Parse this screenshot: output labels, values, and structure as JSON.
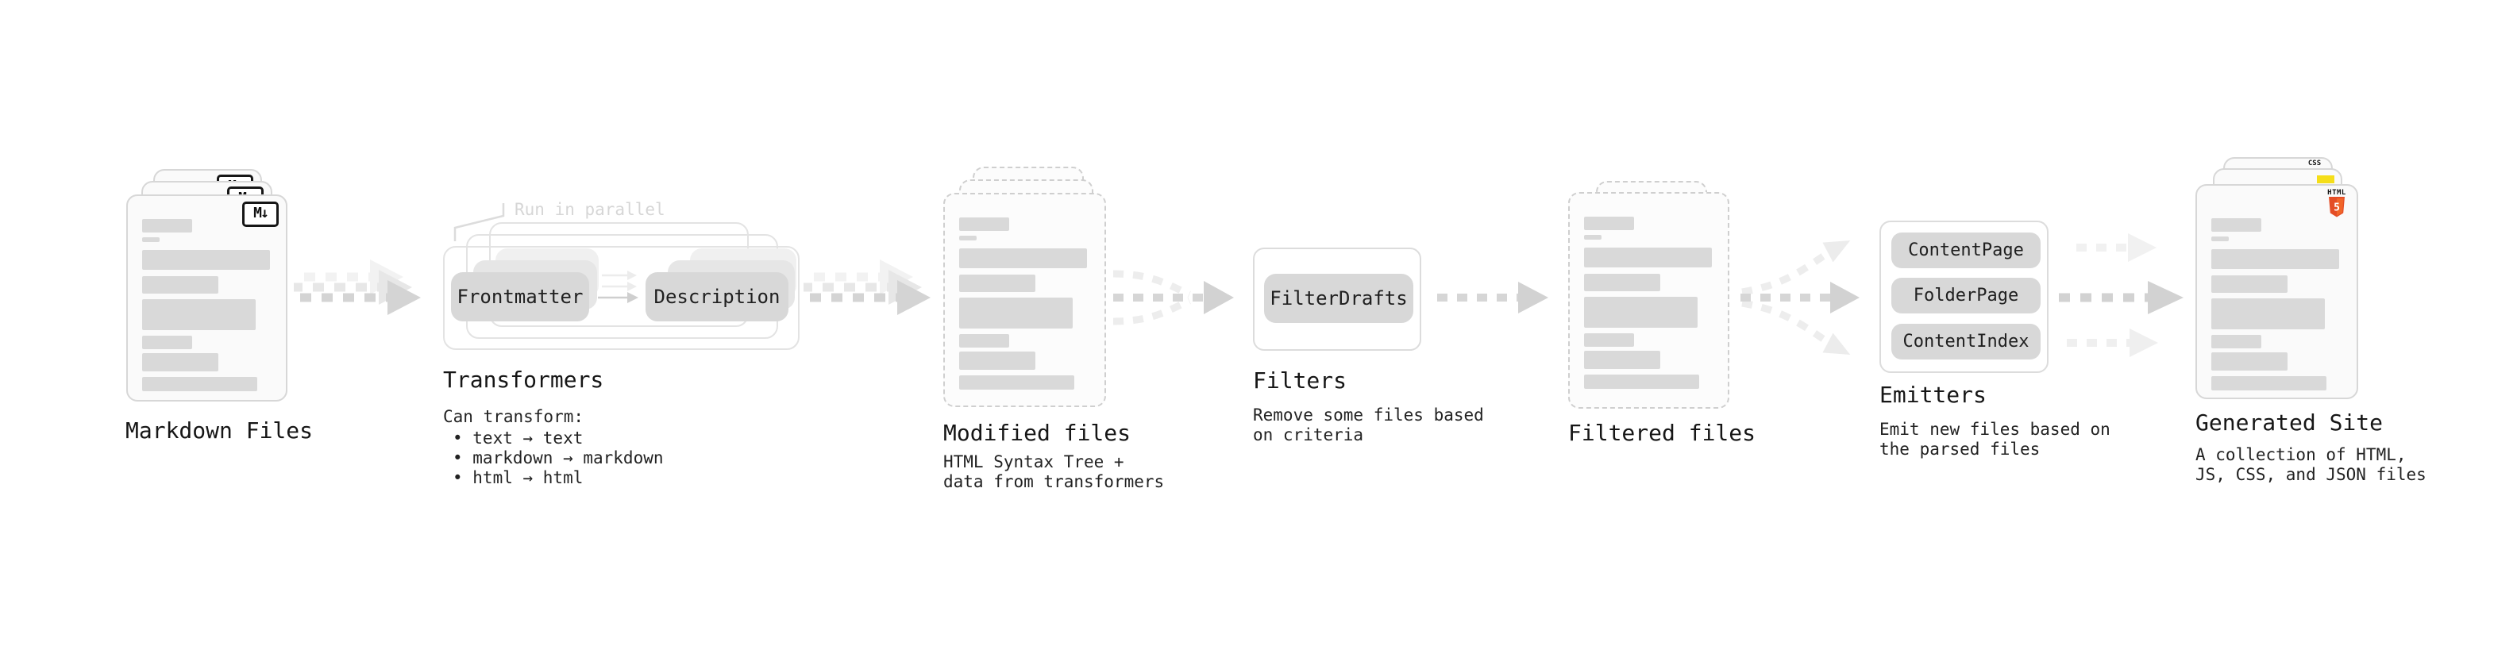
{
  "diagram": {
    "nodes": {
      "markdown": {
        "label": "Markdown Files",
        "badge": "M↓"
      },
      "transformers": {
        "heading": "Transformers",
        "note": "Run in parallel",
        "pill_a": "Frontmatter",
        "pill_b": "Description",
        "intro": "Can transform:",
        "bullets": [
          "• text → text",
          "• markdown → markdown",
          "• html → html"
        ]
      },
      "modified": {
        "label": "Modified files",
        "desc": "HTML Syntax Tree +\ndata from transformers"
      },
      "filters": {
        "heading": "Filters",
        "pill": "FilterDrafts",
        "desc": "Remove some files based\non criteria"
      },
      "filtered": {
        "label": "Filtered files"
      },
      "emitters": {
        "heading": "Emitters",
        "pills": [
          "ContentPage",
          "FolderPage",
          "ContentIndex"
        ],
        "desc": "Emit new files based on\nthe parsed files"
      },
      "generated": {
        "label": "Generated Site",
        "desc": "A collection of HTML,\nJS, CSS, and JSON files",
        "badge_html": "HTML",
        "badge_five": "5",
        "badge_css": "CSS"
      }
    },
    "colors": {
      "card_bg": "#fafafa",
      "card_border": "#d7d7d7",
      "dashed_border": "#cfcfcf",
      "skeleton": "#d9d9d9",
      "pill_bg": "#d8d8d8",
      "arrow": "#d4d4d4",
      "text": "#1d1d1d",
      "note": "#d6d6d6",
      "html5_orange": "#e44d26",
      "js_yellow": "#f5de19",
      "css_blue": "#2965f1"
    }
  }
}
